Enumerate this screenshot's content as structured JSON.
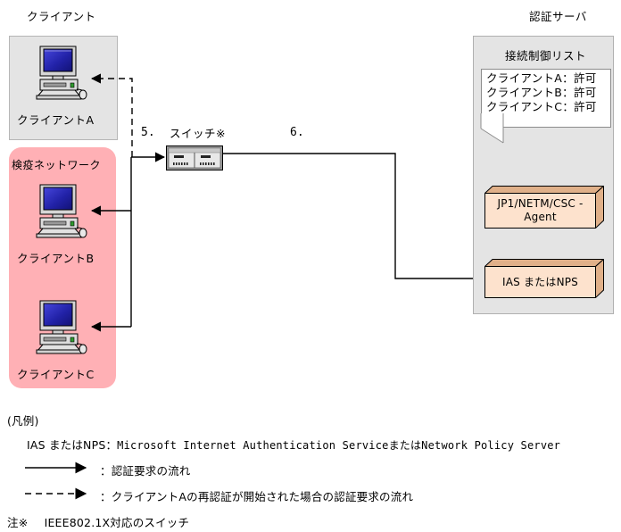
{
  "diagram": {
    "title_client": "クライアント",
    "title_auth_server": "認証サーバ",
    "quarantine_label": "検疫ネットワーク",
    "acl_title": "接続制御リスト",
    "acl_entries": [
      "クライアントA：許可",
      "クライアントB：許可",
      "クライアントC：許可"
    ],
    "clients": [
      {
        "label": "クライアントA",
        "icon": "desktop-computer-icon"
      },
      {
        "label": "クライアントB",
        "icon": "desktop-computer-icon"
      },
      {
        "label": "クライアントC",
        "icon": "desktop-computer-icon"
      }
    ],
    "switch": {
      "label": "スイッチ※",
      "icon": "network-switch-icon"
    },
    "steps": [
      {
        "number": "5."
      },
      {
        "number": "6."
      }
    ],
    "server_boxes": [
      {
        "line1": "JP1/NETM/CSC -",
        "line2": "Agent"
      },
      {
        "line1": "IAS またはNPS",
        "line2": ""
      }
    ]
  },
  "legend": {
    "heading": "(凡例)",
    "abbrev_term": "IAS またはNPS",
    "abbrev_sep": "：",
    "abbrev_desc": "Microsoft Internet Authentication ServiceまたはNetwork Policy Server",
    "solid_arrow_sep": "：",
    "solid_arrow_desc": "認証要求の流れ",
    "dashed_arrow_sep": "：",
    "dashed_arrow_desc": "クライアントAの再認証が開始された場合の認証要求の流れ"
  },
  "note": {
    "marker": "注※",
    "text": "IEEE802.1X対応のスイッチ"
  },
  "colors": {
    "panel_gray": "#e4e4e4",
    "panel_pink": "#ffb0b5",
    "box_peach": "#fde2cd",
    "box_peach_shade": "#e0b089",
    "screen_blue": "#2a2ab4",
    "line": "#000000"
  }
}
